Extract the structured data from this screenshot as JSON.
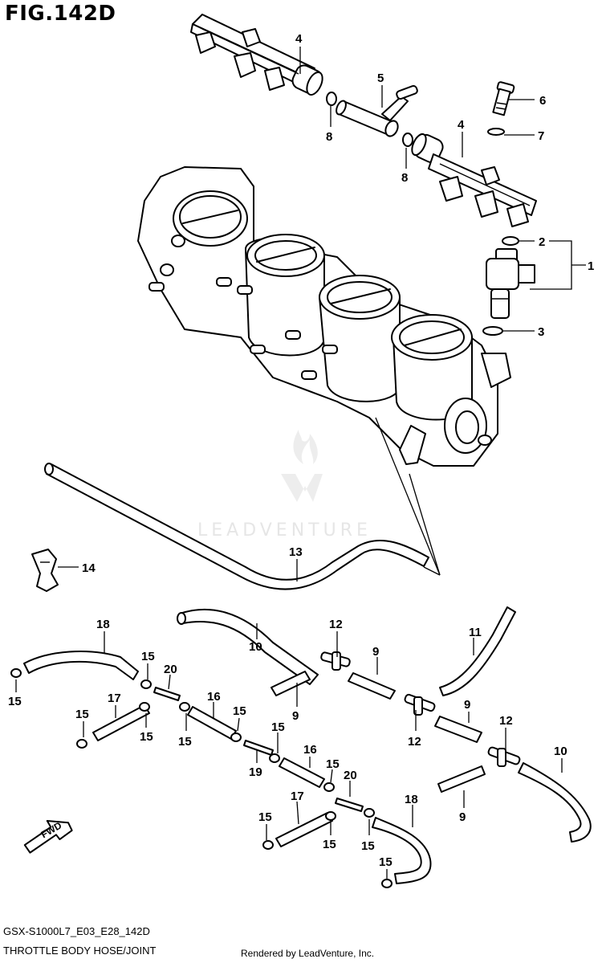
{
  "figure": {
    "title": "FIG.142D"
  },
  "footer": {
    "model_code": "GSX-S1000L7_E03_E28_142D",
    "section_name": "THROTTLE BODY HOSE/JOINT",
    "credit": "Rendered by LeadVenture, Inc."
  },
  "watermark": {
    "text": "LEADVENTURE"
  },
  "direction_arrow": {
    "label": "FWD"
  },
  "callouts": [
    {
      "id": "c4a",
      "text": "4"
    },
    {
      "id": "c5",
      "text": "5"
    },
    {
      "id": "c6",
      "text": "6"
    },
    {
      "id": "c8a",
      "text": "8"
    },
    {
      "id": "c4b",
      "text": "4"
    },
    {
      "id": "c7",
      "text": "7"
    },
    {
      "id": "c8b",
      "text": "8"
    },
    {
      "id": "c2",
      "text": "2"
    },
    {
      "id": "c1",
      "text": "1"
    },
    {
      "id": "c3",
      "text": "3"
    },
    {
      "id": "c13",
      "text": "13"
    },
    {
      "id": "c14",
      "text": "14"
    },
    {
      "id": "c18a",
      "text": "18"
    },
    {
      "id": "c10a",
      "text": "10"
    },
    {
      "id": "c12a",
      "text": "12"
    },
    {
      "id": "c11",
      "text": "11"
    },
    {
      "id": "c15a",
      "text": "15"
    },
    {
      "id": "c20a",
      "text": "20"
    },
    {
      "id": "c9a",
      "text": "9"
    },
    {
      "id": "c15b",
      "text": "15"
    },
    {
      "id": "c17a",
      "text": "17"
    },
    {
      "id": "c16a",
      "text": "16"
    },
    {
      "id": "c15c",
      "text": "15"
    },
    {
      "id": "c9b",
      "text": "9"
    },
    {
      "id": "c9c",
      "text": "9"
    },
    {
      "id": "c12b",
      "text": "12"
    },
    {
      "id": "c15d",
      "text": "15"
    },
    {
      "id": "c15e",
      "text": "15"
    },
    {
      "id": "c15f",
      "text": "15"
    },
    {
      "id": "c12c",
      "text": "12"
    },
    {
      "id": "c10b",
      "text": "10"
    },
    {
      "id": "c15g",
      "text": "15"
    },
    {
      "id": "c19",
      "text": "19"
    },
    {
      "id": "c16b",
      "text": "16"
    },
    {
      "id": "c15h",
      "text": "15"
    },
    {
      "id": "c20b",
      "text": "20"
    },
    {
      "id": "c9d",
      "text": "9"
    },
    {
      "id": "c17b",
      "text": "17"
    },
    {
      "id": "c18b",
      "text": "18"
    },
    {
      "id": "c15i",
      "text": "15"
    },
    {
      "id": "c15j",
      "text": "15"
    },
    {
      "id": "c15k",
      "text": "15"
    },
    {
      "id": "c15l",
      "text": "15"
    }
  ]
}
